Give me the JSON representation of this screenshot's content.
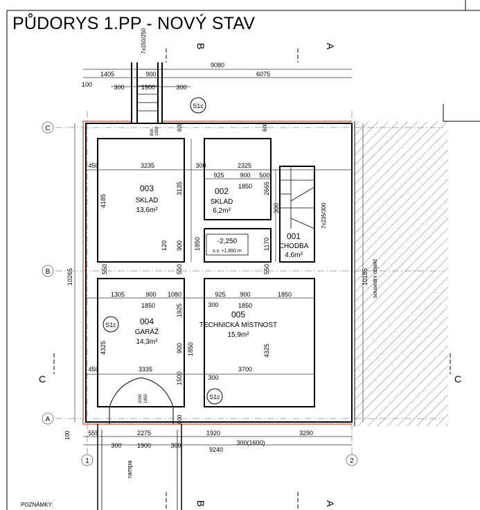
{
  "title": "PŮDORYS 1.PP - NOVÝ STAV",
  "notes_label": "POZNÁMKY:",
  "colors": {
    "wall": "#000000",
    "insulation": "#e08a7a",
    "grid": "#888888",
    "dims": "#333333"
  },
  "rooms": {
    "r003": {
      "number": "003",
      "name": "SKLAD",
      "area": "13,6m²"
    },
    "r002": {
      "number": "002",
      "name": "SKLAD",
      "area": "6,2m²"
    },
    "r001": {
      "number": "001",
      "name": "CHODBA",
      "area": "4,6m²"
    },
    "r004": {
      "number": "004",
      "name": "GARÁŽ",
      "area": "14,3m²"
    },
    "r005": {
      "number": "005",
      "name": "TECHNICKÁ MÍSTNOST",
      "area": "15,9m²"
    }
  },
  "level": {
    "value": "-2,250",
    "sub": "s.v. +1,850 m"
  },
  "grid_axes": {
    "c": "C",
    "b": "B",
    "a": "A",
    "one": "1",
    "two": "2"
  },
  "section_marks": {
    "a": "A",
    "b": "B",
    "c": "C"
  },
  "tags": {
    "s1c": "S1c"
  },
  "labels": {
    "stair_top": "7x150/250",
    "stair_right": "7x235/300",
    "neighbour": "sousední objekt",
    "ramp": "rampa",
    "door_300_1600": "300(1600)",
    "dim_100": "100",
    "box_1850_a": "1850",
    "box_800": "800",
    "box_2000": "2000",
    "box_1850_b": "1850"
  },
  "dims": {
    "top_total": "9080",
    "top_1405": "1405",
    "top_900": "900",
    "top_6075": "6075",
    "top_300a": "300",
    "top_1900": "1900",
    "top_300b": "300",
    "d600a": "600",
    "d600b": "600",
    "d600c": "600",
    "r_450": "450",
    "r_3235": "3235",
    "r_300": "300",
    "r_2325": "2325",
    "r_925": "925",
    "r_900": "900",
    "r_500": "500",
    "r_1850": "1850",
    "v_4185": "4185",
    "v_3135": "3135",
    "v_2665": "2665",
    "v_300": "300",
    "v_1850": "1850",
    "v_900": "900",
    "v_1170": "1170",
    "v_120": "120",
    "v_550a": "550",
    "v_550b": "550",
    "v_550c": "550",
    "g_1305": "1305",
    "g_900": "900",
    "g_1080": "1080",
    "g_1850": "1850",
    "g_1925": "1925",
    "g_4325": "4325",
    "g_900v": "900",
    "g_1850v": "1850",
    "g_450": "450",
    "g_3335": "3335",
    "g_1500": "1500",
    "t_925": "925",
    "t_900": "900",
    "t_1850a": "1850",
    "t_300": "300",
    "t_1850": "1850",
    "t_4325": "4325",
    "t_3700": "3700",
    "t_300b": "300",
    "left_total": "10265",
    "right_total": "10185",
    "b_555": "555",
    "b_2275": "2275",
    "b_1920": "1920",
    "b_3290": "3290",
    "b_300a": "300",
    "b_1900": "1900",
    "b_300b": "300",
    "b_total": "9240",
    "b_600": "600"
  }
}
